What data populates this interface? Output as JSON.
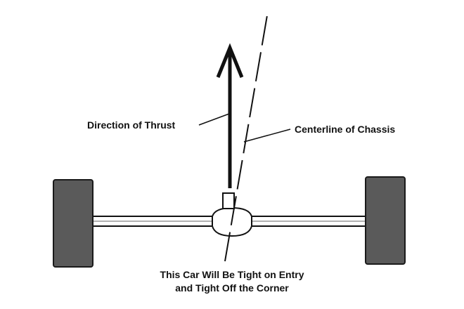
{
  "labels": {
    "thrust": "Direction of Thrust",
    "centerline": "Centerline of Chassis",
    "caption_line1": "This Car Will Be Tight on Entry",
    "caption_line2": "and Tight Off the Corner"
  },
  "colors": {
    "tire_fill": "#5a5a5a",
    "tire_outline": "#1a1a1a",
    "line": "#111111",
    "background": "#ffffff"
  }
}
